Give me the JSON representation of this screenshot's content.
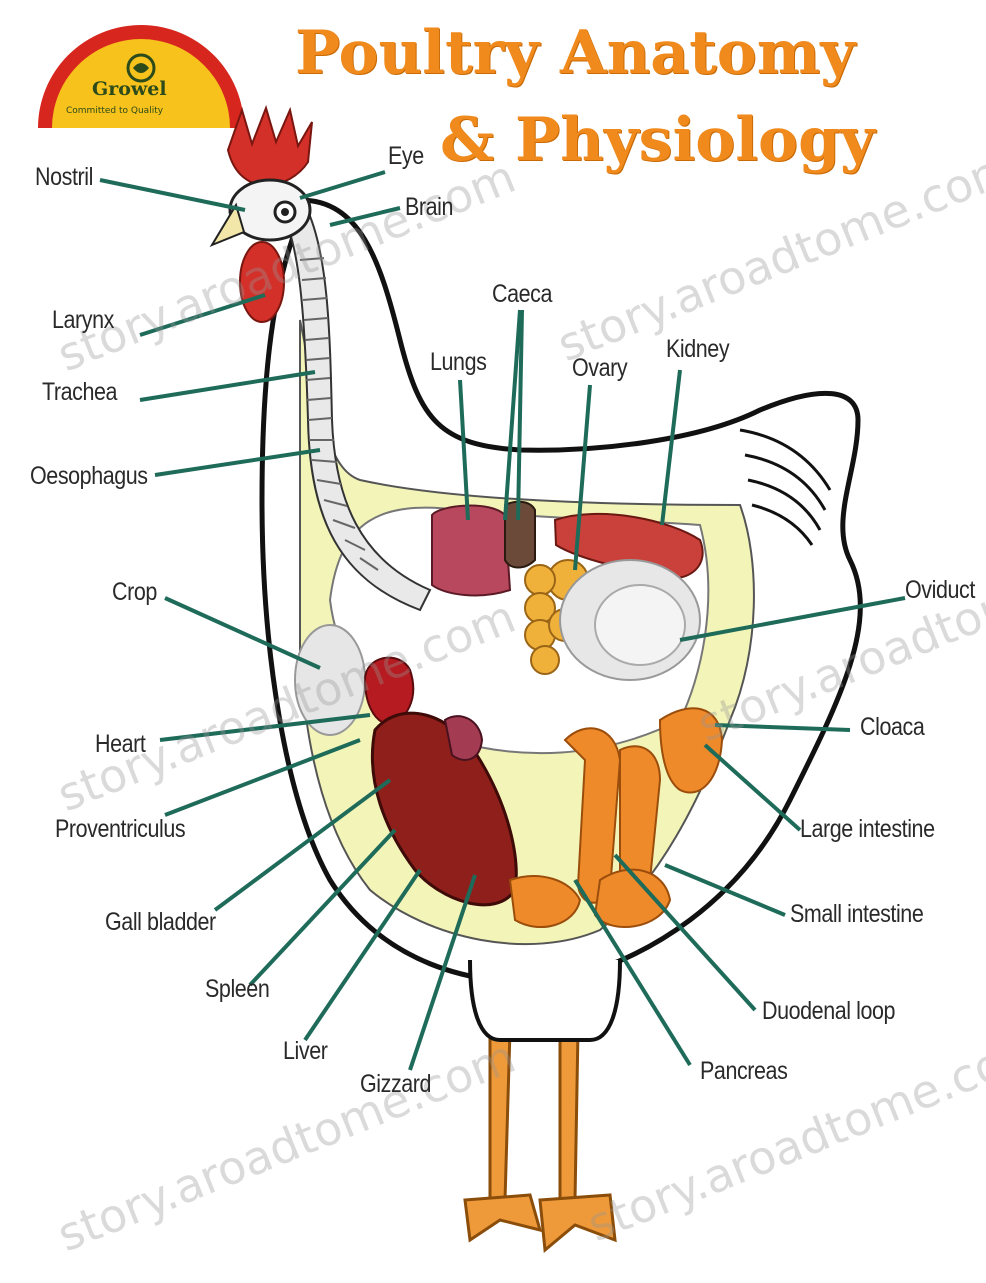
{
  "title": {
    "line1": "Poultry Anatomy",
    "line2": "& Physiology"
  },
  "logo": {
    "name": "Growel",
    "tagline": "Committed to Quality",
    "colors": {
      "outer": "#d7261e",
      "inner": "#f6c21b"
    }
  },
  "watermark": "story.aroadtome.com",
  "labels": {
    "nostril": "Nostril",
    "eye": "Eye",
    "brain": "Brain",
    "larynx": "Larynx",
    "trachea": "Trachea",
    "oesophagus": "Oesophagus",
    "caeca": "Caeca",
    "lungs": "Lungs",
    "ovary": "Ovary",
    "kidney": "Kidney",
    "crop": "Crop",
    "oviduct": "Oviduct",
    "heart": "Heart",
    "cloaca": "Cloaca",
    "proventriculus": "Proventriculus",
    "large_intestine": "Large intestine",
    "gall_bladder": "Gall bladder",
    "small_intestine": "Small intestine",
    "spleen": "Spleen",
    "duodenal_loop": "Duodenal loop",
    "liver": "Liver",
    "gizzard": "Gizzard",
    "pancreas": "Pancreas"
  },
  "colors": {
    "title": "#f08a1c",
    "leader_line": "#1f6b5a",
    "comb": "#d4302a",
    "organ_red": "#8e1f1b",
    "intestine": "#ef8a2a",
    "legs": "#ef9a3a",
    "yellow_tissue": "#f3f5b8"
  }
}
